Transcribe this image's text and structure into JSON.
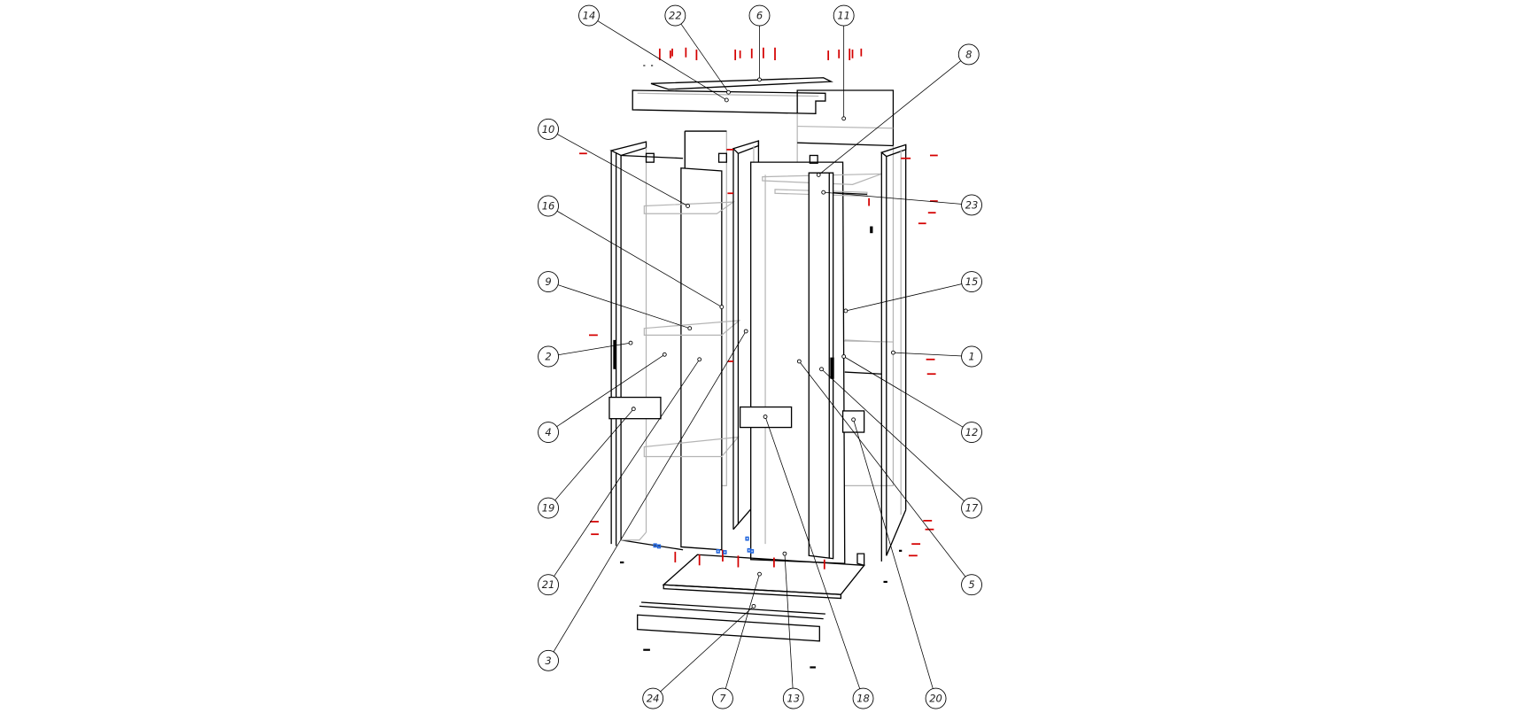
{
  "diagram": {
    "type": "exploded-assembly-wardrobe",
    "callouts": [
      "14",
      "22",
      "6",
      "11",
      "8",
      "10",
      "16",
      "9",
      "2",
      "4",
      "19",
      "21",
      "3",
      "23",
      "15",
      "1",
      "12",
      "17",
      "5",
      "24",
      "7",
      "13",
      "18",
      "20"
    ],
    "colors": {
      "outline": "#000000",
      "hidden_lines": "#b4b4b4",
      "fasteners": "#d40000",
      "dowels": "#2266dd"
    }
  }
}
